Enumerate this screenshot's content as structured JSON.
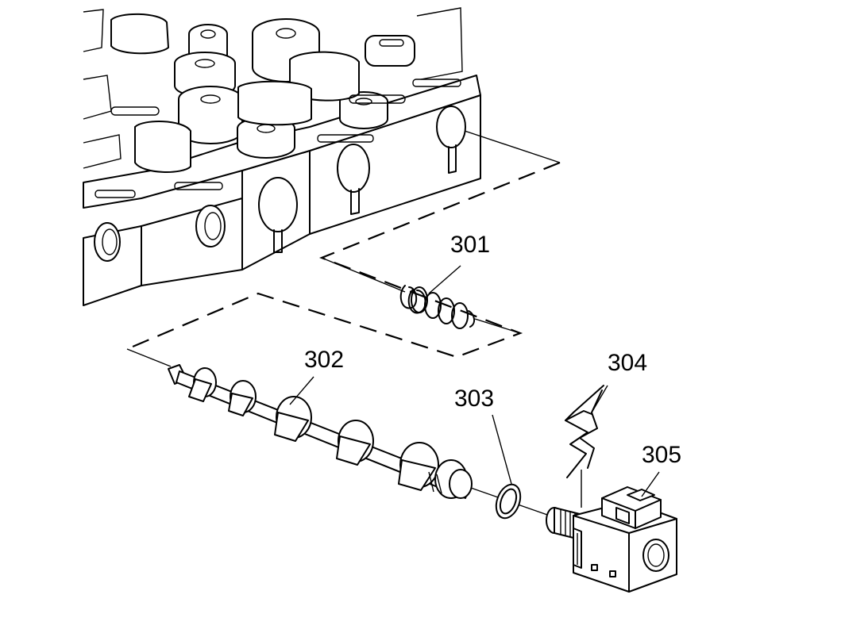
{
  "callouts": {
    "spring": "301",
    "valve": "302",
    "seal": "303",
    "clip": "304",
    "solenoid": "305"
  }
}
